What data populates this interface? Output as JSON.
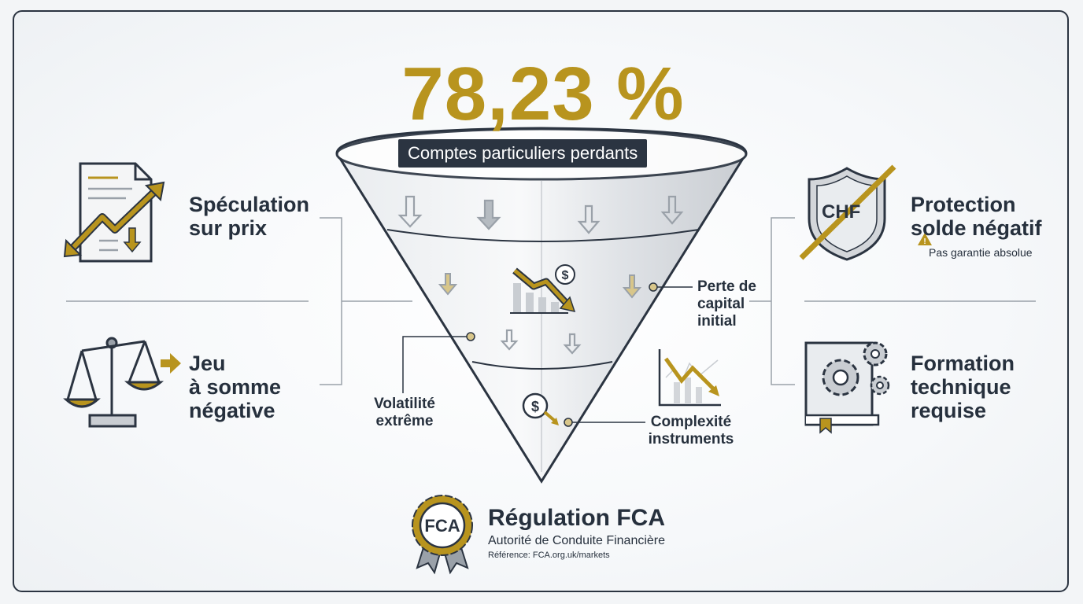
{
  "headline": {
    "percentage": "78,23 %",
    "caption": "Comptes particuliers perdants"
  },
  "left": {
    "item1": {
      "line1": "Spéculation",
      "line2": "sur prix"
    },
    "item2": {
      "line1": "Jeu",
      "line2": "à somme",
      "line3": "négative"
    }
  },
  "right": {
    "item1": {
      "line1": "Protection",
      "line2": "solde négatif",
      "warning": "Pas garantie absolue",
      "shield_text": "CHF"
    },
    "item2": {
      "line1": "Formation",
      "line2": "technique",
      "line3": "requise"
    }
  },
  "funnel_labels": {
    "capital": {
      "line1": "Perte de",
      "line2": "capital",
      "line3": "initial"
    },
    "volatility": {
      "line1": "Volatilité",
      "line2": "extrême"
    },
    "complexity": {
      "line1": "Complexité",
      "line2": "instruments"
    }
  },
  "footer": {
    "seal_text": "FCA",
    "title": "Régulation FCA",
    "subtitle": "Autorité de Conduite Financière",
    "reference": "Référence: FCA.org.uk/markets"
  },
  "colors": {
    "gold": "#b8941e",
    "navy": "#2b3441",
    "gray": "#9aa1a9"
  }
}
